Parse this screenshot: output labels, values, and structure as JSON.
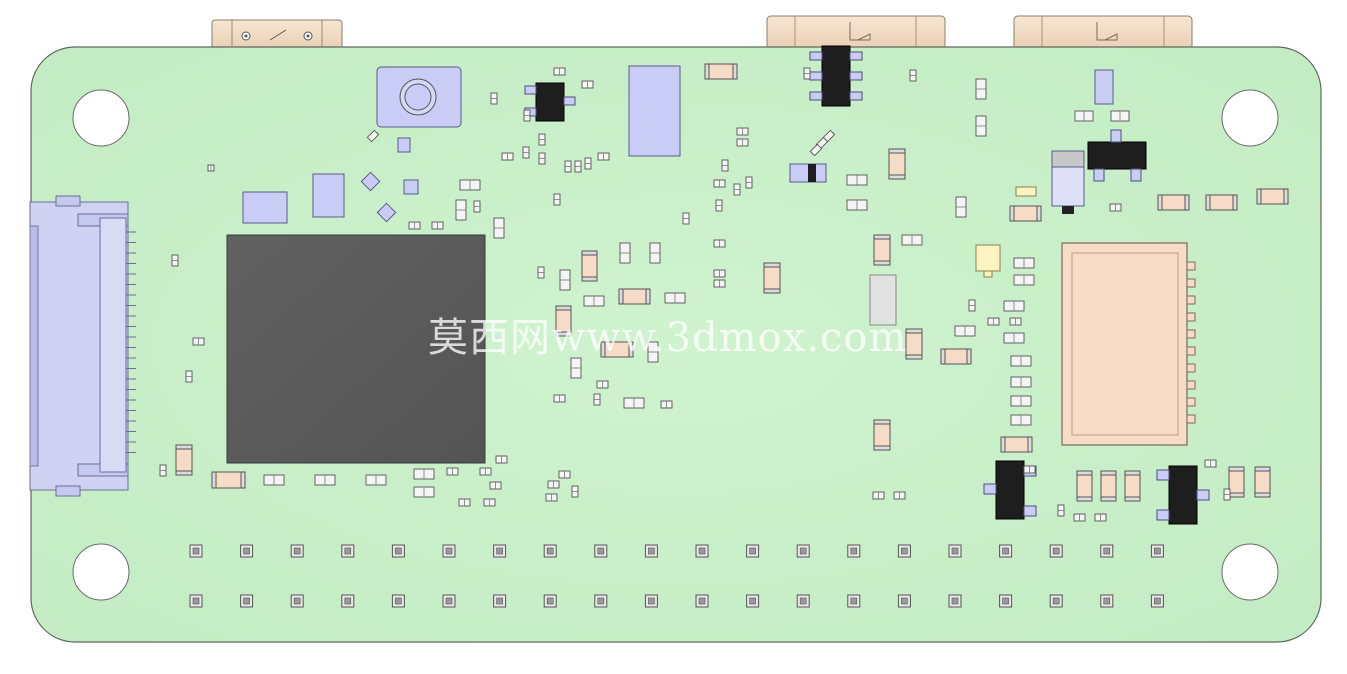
{
  "watermark": {
    "text": "莫西网www.3dmox.com"
  },
  "colors": {
    "pcb": "#c9f0c9",
    "pcb_edge": "#5e6a5e",
    "chip": "#5b5b5b",
    "ic": "#1e1e1e",
    "lavender": "#c9cdf6",
    "component_body": "#f6dcc6",
    "connector": "#f3dcc2",
    "pad": "#ededed"
  },
  "icons": {
    "mounting_hole": "circle",
    "header_pin": "square-pad",
    "reset_button": "circle-in-square"
  },
  "header": {
    "columns": 20,
    "rows": 2
  }
}
